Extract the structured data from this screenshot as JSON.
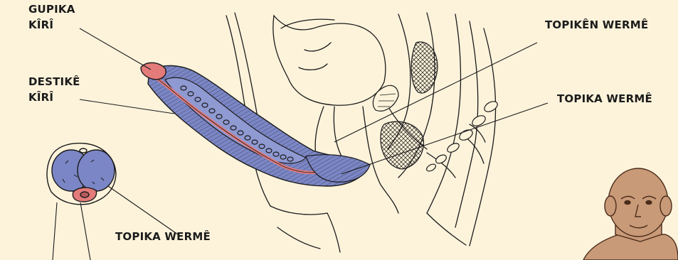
{
  "labels": {
    "gupika_kiri": [
      "GUPIKA",
      "KÎRÎ"
    ],
    "destike_kiri": [
      "DESTIKÊ",
      "KÎRÎ"
    ],
    "topiken_werme": "TOPIKÊN WERMÊ",
    "topika_werme_right": "TOPIKA WERMÊ",
    "topika_werme_bottom": "TOPIKA WERMÊ"
  },
  "colors": {
    "background": "#fdf3db",
    "ink": "#1b1b1b",
    "erectile_tissue": "#7b86c6",
    "urethra": "#e47b7b",
    "skin": "#c99a78"
  }
}
